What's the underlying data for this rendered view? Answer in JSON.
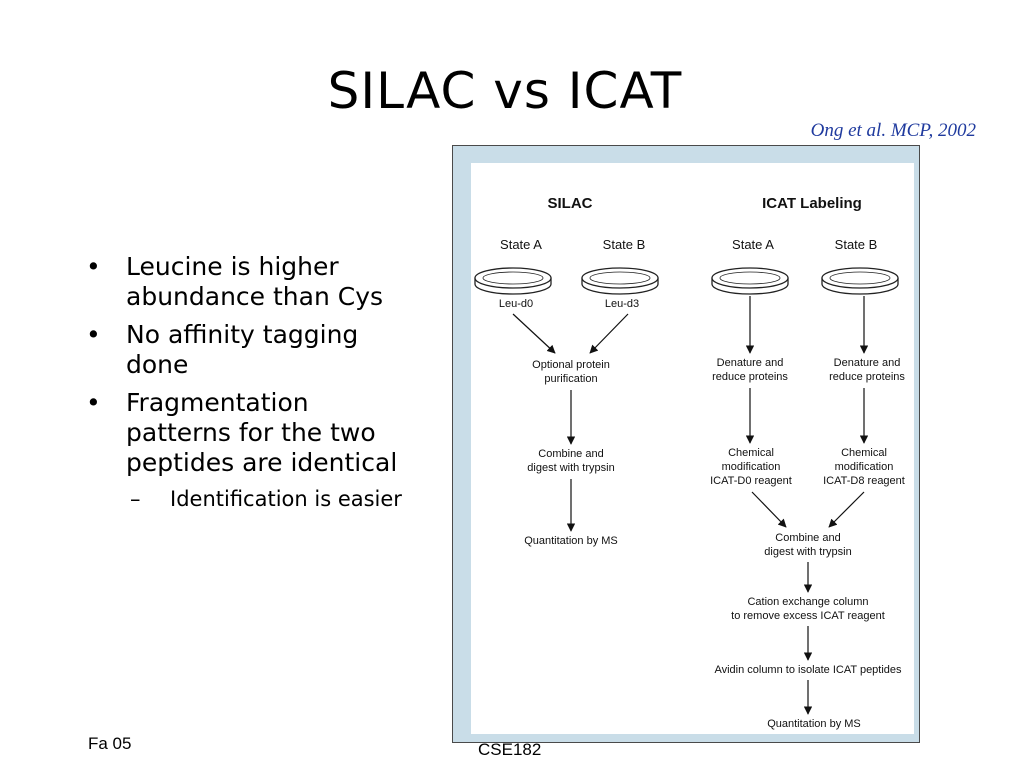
{
  "slide": {
    "title": "SILAC vs ICAT",
    "citation": "Ong et al. MCP, 2002",
    "bullets": [
      "Leucine is higher abundance than Cys",
      "No affinity tagging done",
      "Fragmentation patterns for the two peptides are identical"
    ],
    "sub_bullet": "Identification is easier",
    "bullet_symbol": "•",
    "sub_bullet_symbol": "–",
    "footer_left": "Fa 05",
    "footer_center": "CSE182"
  },
  "figure": {
    "silac": {
      "header": "SILAC",
      "state_a": "State  A",
      "state_b": "State B",
      "leu_d0": "Leu-d0",
      "leu_d3": "Leu-d3",
      "purification": [
        "Optional protein",
        "purification"
      ],
      "combine": [
        "Combine and",
        "digest with trypsin"
      ],
      "quant": "Quantitation by MS"
    },
    "icat": {
      "header": "ICAT Labeling",
      "state_a": "State  A",
      "state_b": "State B",
      "denature_a": [
        "Denature and",
        "reduce proteins"
      ],
      "denature_b": [
        "Denature and",
        "reduce proteins"
      ],
      "chem_a": [
        "Chemical",
        "modification",
        "ICAT-D0 reagent"
      ],
      "chem_b": [
        "Chemical",
        "modification",
        "ICAT-D8 reagent"
      ],
      "combine": [
        "Combine and",
        "digest with trypsin"
      ],
      "cation": [
        "Cation exchange column",
        "to remove excess ICAT reagent"
      ],
      "avidin": "Avidin column to isolate ICAT peptides",
      "quant": "Quantitation by MS"
    }
  }
}
